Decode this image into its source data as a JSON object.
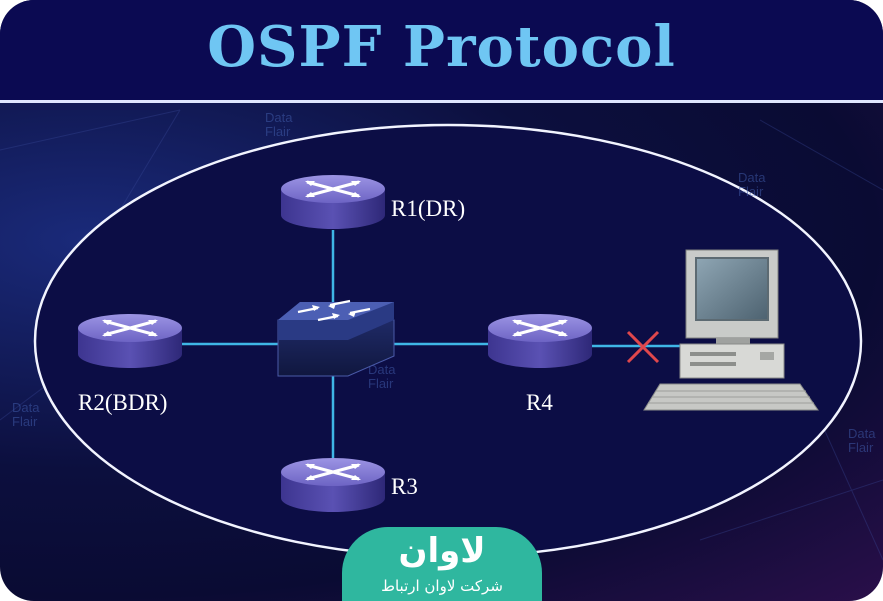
{
  "title": "OSPF Protocol",
  "nodes": {
    "r1": "R1(DR)",
    "r2": "R2(BDR)",
    "r3": "R3",
    "r4": "R4"
  },
  "watermark": {
    "line1": "Data",
    "line2": "Flair"
  },
  "logo": {
    "mark": "لاوان",
    "tagline": "شرکت لاوان ارتباط"
  },
  "colors": {
    "title": "#6fc6f3",
    "router": "#7a72c9",
    "link": "#3fb6e6",
    "blocked_link": "#e0474c"
  }
}
